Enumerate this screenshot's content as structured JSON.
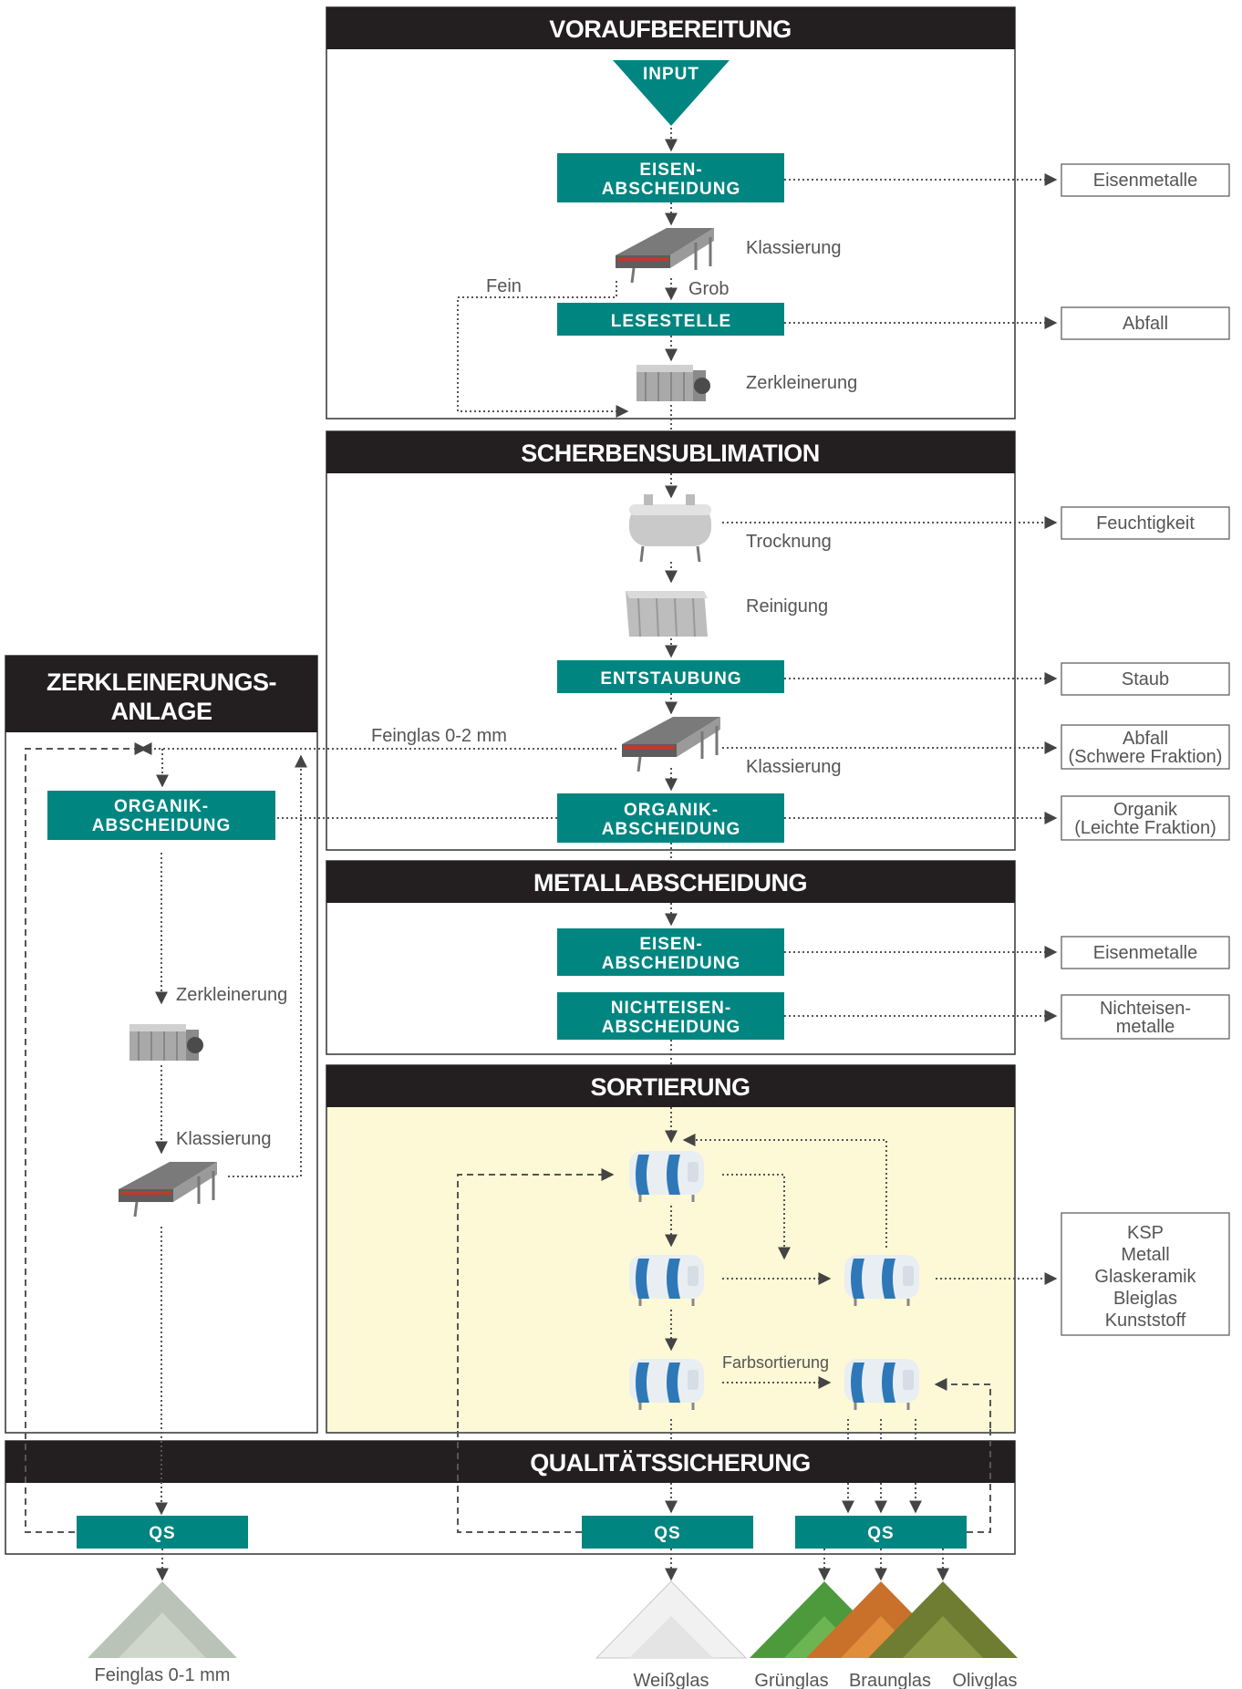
{
  "sections": {
    "voraufbereitung": "VORAUFBEREITUNG",
    "scherbensublimation": "SCHERBENSUBLIMATION",
    "zerkleinerungsanlage_1": "ZERKLEINERUNGS-",
    "zerkleinerungsanlage_2": "ANLAGE",
    "metallabscheidung": "METALLABSCHEIDUNG",
    "sortierung": "SORTIERUNG",
    "qualitaetssicherung": "QUALITÄTSSICHERUNG"
  },
  "process": {
    "input": "INPUT",
    "eisen_1a": "EISEN-",
    "eisen_1b": "ABSCHEIDUNG",
    "lesestelle": "LESESTELLE",
    "entstaubung": "ENTSTAUBUNG",
    "organik_a": "ORGANIK-",
    "organik_b": "ABSCHEIDUNG",
    "eisen_2a": "EISEN-",
    "eisen_2b": "ABSCHEIDUNG",
    "nichteisen_a": "NICHTEISEN-",
    "nichteisen_b": "ABSCHEIDUNG",
    "left_organik_a": "ORGANIK-",
    "left_organik_b": "ABSCHEIDUNG",
    "qs_1": "QS",
    "qs_2": "QS",
    "qs_3": "QS"
  },
  "labels": {
    "klassierung_1": "Klassierung",
    "fein": "Fein",
    "grob": "Grob",
    "zerkleinerung_1": "Zerkleinerung",
    "trocknung": "Trocknung",
    "reinigung": "Reinigung",
    "feinglas_02": "Feinglas 0-2 mm",
    "klassierung_2": "Klassierung",
    "zerkleinerung_2": "Zerkleinerung",
    "klassierung_3": "Klassierung",
    "farbsortierung": "Farbsortierung"
  },
  "outputs": {
    "eisenmetalle_1": "Eisenmetalle",
    "abfall": "Abfall",
    "feuchtigkeit": "Feuchtigkeit",
    "staub": "Staub",
    "abfall_schwer_a": "Abfall",
    "abfall_schwer_b": "(Schwere Fraktion)",
    "organik_leicht_a": "Organik",
    "organik_leicht_b": "(Leichte Fraktion)",
    "eisenmetalle_2": "Eisenmetalle",
    "nichteisen_a": "Nichteisen-",
    "nichteisen_b": "metalle",
    "ksp_list": [
      "KSP",
      "Metall",
      "Glaskeramik",
      "Bleiglas",
      "Kunststoff"
    ]
  },
  "products": {
    "feinglas": "Feinglas 0-1 mm",
    "weissglas": "Weißglas",
    "gruenglas": "Grünglas",
    "braunglas": "Braunglas",
    "olivglas": "Olivglas"
  },
  "colors": {
    "header": "#231f20",
    "teal": "#008580",
    "sort_bg": "#fdf9d6",
    "sorter_blue": "#2f78b8"
  }
}
